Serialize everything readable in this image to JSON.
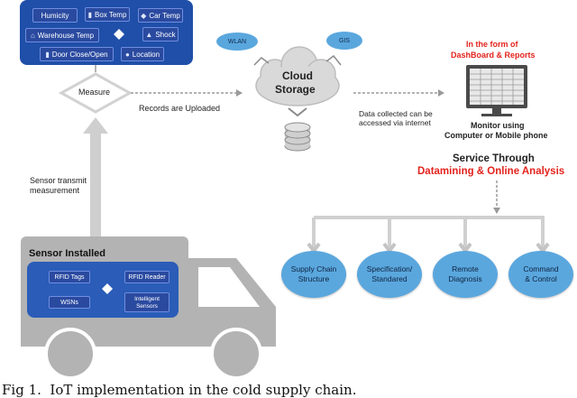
{
  "sensors": {
    "humidity": "Humicity",
    "box_temp": "Box Temp",
    "car_temp": "Car Temp",
    "warehouse_temp": "Warehouse Temp",
    "shock": "Shock",
    "door": "Door Close/Open",
    "location": "Location"
  },
  "measure": "Measure",
  "records_uploaded": "Records are Uploaded",
  "sensor_transmit": [
    "Sensor transmit",
    "measurement"
  ],
  "cloud": {
    "line1": "Cloud",
    "line2": "Storage",
    "wlan": "WLAN",
    "gis": "GIS"
  },
  "data_collected": [
    "Data collected can be",
    "accessed via internet"
  ],
  "dashboard": [
    "In the form of",
    "DashBoard & Reports"
  ],
  "monitor": [
    "Monitor using",
    "Computer or Mobile phone"
  ],
  "service": {
    "line1": "Service Through",
    "line2": "Datamining & Online Analysis"
  },
  "services": [
    {
      "line1": "Supply Chain",
      "line2": "Structure"
    },
    {
      "line1": "Specification/",
      "line2": "Standared"
    },
    {
      "line1": "Remote",
      "line2": "Diagnosis"
    },
    {
      "line1": "Command",
      "line2": "& Control"
    }
  ],
  "truck": {
    "title": "Sensor Installed",
    "rfid_tags": "RFID Tags",
    "rfid_reader": "RFID Reader",
    "wsns": "WSNs",
    "intelligent_1": "Intelligent",
    "intelligent_2": "Sensors"
  },
  "caption": "Fig 1.  IoT implementation in the cold supply chain.",
  "colors": {
    "chip": "#2a4aa0",
    "panel": "#1f4fa8",
    "bubble": "#5aa7de",
    "red_text": "#e3231d",
    "truck_gray": "#b3b3b3",
    "arrow_gray": "#c8c8c8"
  }
}
